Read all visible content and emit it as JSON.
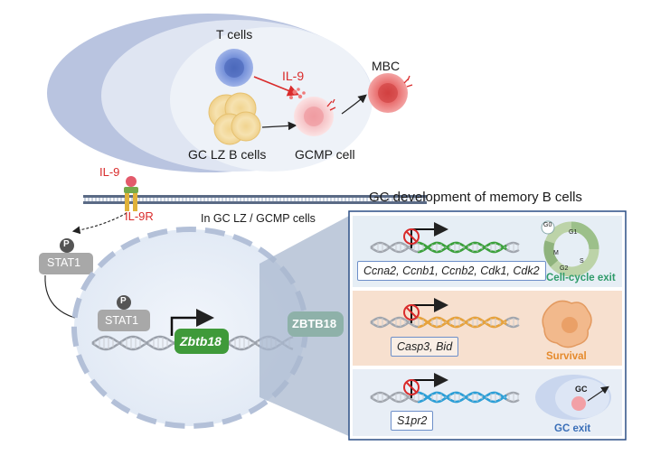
{
  "gc": {
    "t_cells": "T cells",
    "il9": "IL-9",
    "gc_lz_b_cells": "GC LZ B cells",
    "gcmp_cell": "GCMP cell",
    "mbc": "MBC"
  },
  "membrane": {
    "il9": "IL-9",
    "il9r": "IL-9R",
    "location": "In GC LZ / GCMP cells"
  },
  "signaling": {
    "p": "P",
    "stat1": "STAT1",
    "p_nuclear": "P",
    "stat1_nuclear": "STAT1",
    "gene": "Zbtb18",
    "protein": "ZBTB18"
  },
  "panel": {
    "title": "GC development of memory B cells",
    "row1_genes": "Ccna2, Ccnb1, Ccnb2, Cdk1, Cdk2",
    "row1_outcome": "Cell-cycle exit",
    "row2_genes": "Casp3, Bid",
    "row2_outcome": "Survival",
    "row3_genes": "S1pr2",
    "row3_outcome": "GC exit",
    "cycle_labels": [
      "G0",
      "G1",
      "S",
      "G2",
      "M"
    ],
    "gc_inset": "GC"
  },
  "colors": {
    "il9_red": "#d92b2b",
    "zbtb18_green": "#3f9a3a",
    "panel_border": "#2c4f86",
    "row1_bg": "#e6eef5",
    "row2_bg": "#f7e0cf",
    "row3_bg": "#e8eef6",
    "cycle_green": "#2f9b6a",
    "survival_orange": "#e58a2c",
    "gcexit_blue": "#3a6fb8",
    "dna_green": "#3aa13a",
    "dna_orange": "#e8a23a",
    "dna_blue": "#2a9fd8"
  }
}
